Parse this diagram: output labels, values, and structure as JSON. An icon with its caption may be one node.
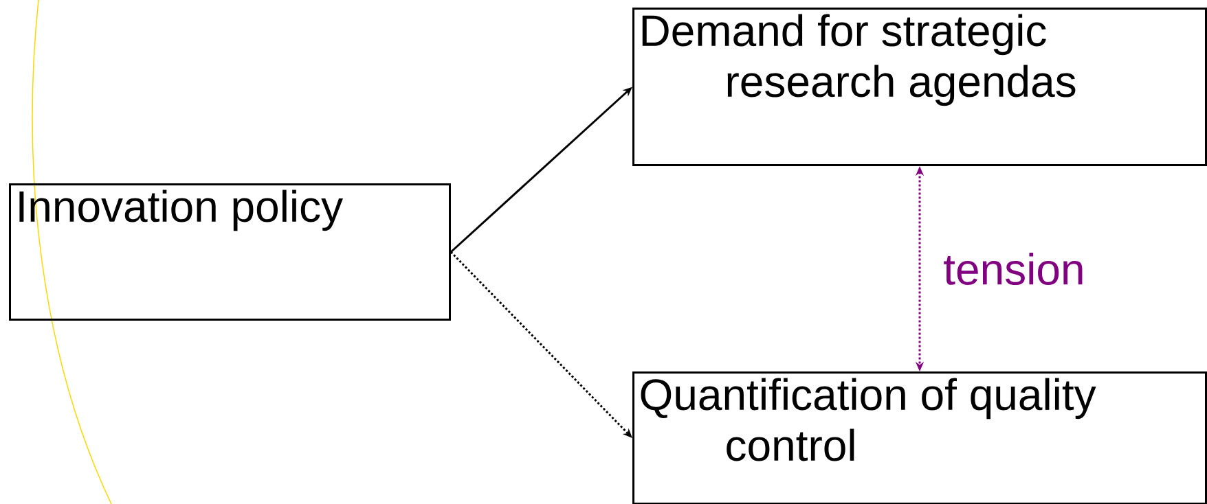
{
  "diagram": {
    "nodes": [
      {
        "text": [
          "Innovation policy"
        ]
      },
      {
        "text": [
          "Demand for strategic research agendas"
        ]
      },
      {
        "text": [
          "Quantification of quality control"
        ]
      }
    ],
    "edges": [
      {
        "from": 0,
        "to": 1,
        "arrow": "to"
      },
      {
        "from": 0,
        "to": 2,
        "arrow": "to",
        "style": "dashed"
      },
      {
        "from": 1,
        "to": 2,
        "arrow": "both",
        "style": "dashed",
        "color": "#800080",
        "label": "tension"
      }
    ]
  }
}
